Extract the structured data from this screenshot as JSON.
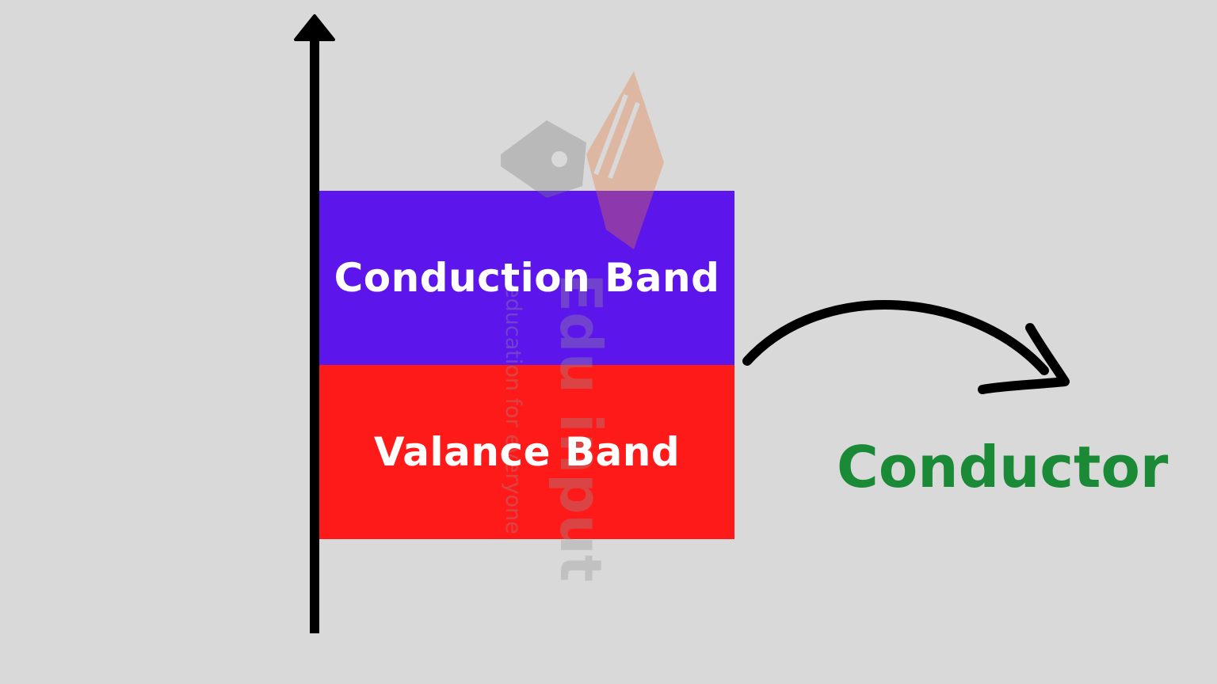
{
  "diagram": {
    "bands": {
      "conduction": "Conduction Band",
      "valance": "Valance Band"
    },
    "result_label": "Conductor",
    "colors": {
      "background": "#d9d9d9",
      "conduction_band": "#5c16ec",
      "valance_band": "#ff1a1a",
      "result_text": "#1a8a37",
      "arrow": "#000000"
    }
  },
  "watermark": {
    "brand": "Edu input",
    "tagline": "education for everyone"
  }
}
